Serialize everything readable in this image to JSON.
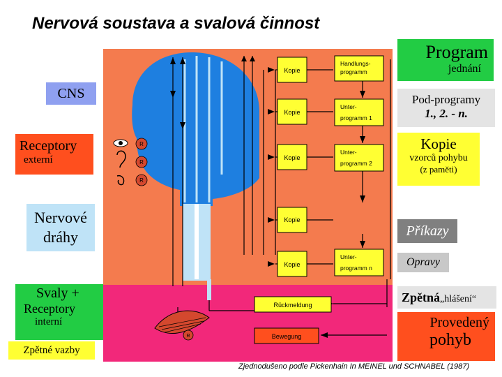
{
  "title": "Nervová soustava a svalová činnost",
  "citation": "Zjednodušeno podle Pickenhain In MEINEL und SCHNABEL (1987)",
  "colors": {
    "background_orange": "#F47B4E",
    "brain_blue": "#1E7FE0",
    "nerve_light_blue": "#BFE3F7",
    "box_yellow": "#FFFF33",
    "box_lightgray": "#E4E4E4",
    "box_red": "#FF4F1E",
    "box_periwinkle": "#8FA0F0",
    "box_green": "#22CC44",
    "box_gray": "#C8C8C8",
    "box_darkgray": "#808080",
    "floor_magenta": "#F2287A"
  },
  "left_labels": {
    "cns": "CNS",
    "receptors_title": "Receptory",
    "receptors_sub": "externí",
    "nerve_line1": "Nervové",
    "nerve_line2": "dráhy",
    "muscles": "Svaly  +",
    "receptors_internal_title": "Receptory",
    "receptors_internal_sub": "interní",
    "feedback": "Zpětné vazby"
  },
  "right_labels": {
    "program_title": "Program",
    "program_sub": "jednání",
    "subprograms_title": "Pod-programy",
    "subprograms_sub": "1., 2. - n.",
    "copy_title": "Kopie",
    "copy_sub1": "vzorců pohybu",
    "copy_sub2": "(z paměti)",
    "commands": "Příkazy",
    "corrections": "Opravy",
    "feedback_bold": "Zpětná",
    "feedback_rest": "„hlášení“",
    "executed_line1": "Provedený",
    "executed_line2": "pohyb"
  },
  "diagram": {
    "kopie": "Kopie",
    "handlungs_line1": "Handlungs-",
    "handlungs_line2": "programm",
    "unter_line1": "Unter-",
    "unter1_line2": "programm 1",
    "unter2_line2": "programm 2",
    "untern_line2": "programm n",
    "rueckmeldung": "Rückmeldung",
    "bewegung": "Bewegung",
    "receptor_letter": "R",
    "icons": [
      "eye-icon",
      "ear-icon",
      "nose-icon"
    ]
  }
}
